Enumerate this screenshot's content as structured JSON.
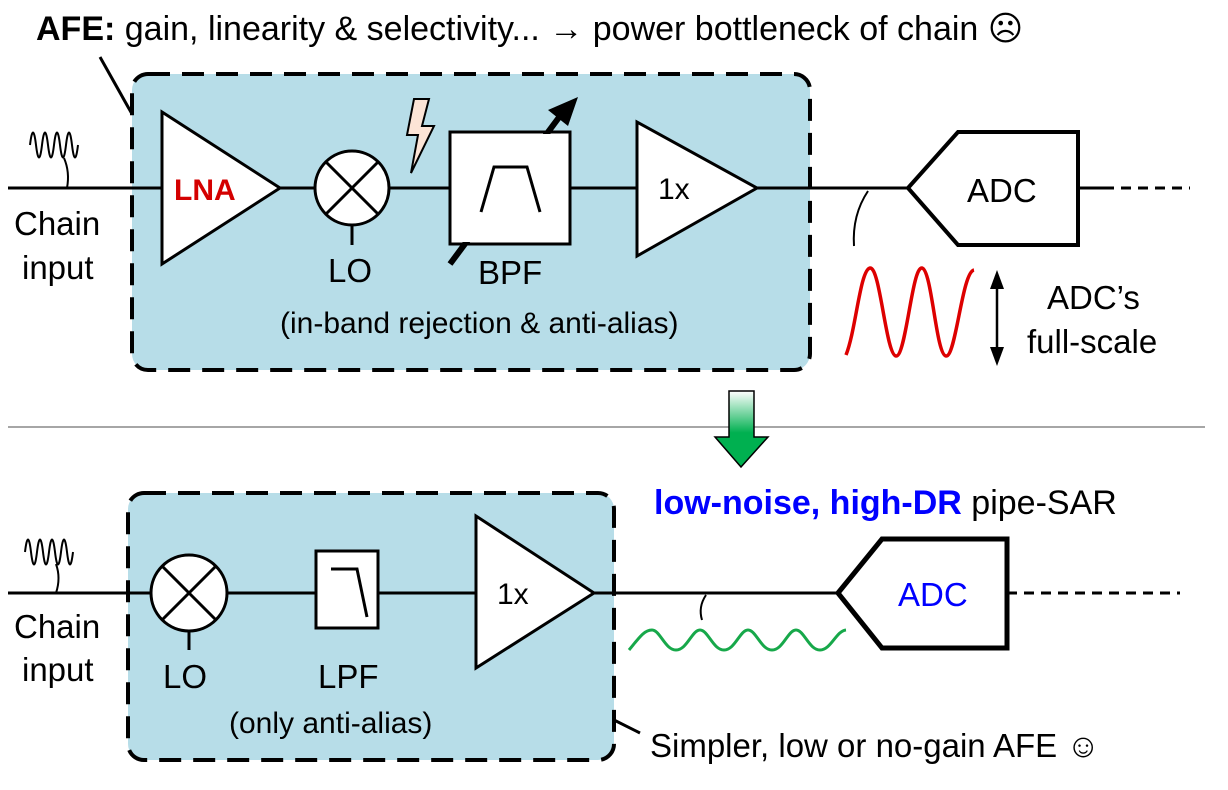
{
  "colors": {
    "afe_fill": "#b7dde8",
    "lna_text": "#d40000",
    "adc2_text": "#0000ff",
    "highlight_text": "#0000ff",
    "red_wave": "#dd0000",
    "green_wave": "#17a84a",
    "arrow_green": "#00b050",
    "lightning_fill": "#fce4d6",
    "divider": "#a6a6a6"
  },
  "top": {
    "header_bold": "AFE:",
    "header_rest": " gain, linearity & selectivity... → power bottleneck of chain ☹",
    "input_label_line1": "Chain",
    "input_label_line2": "input",
    "lna_label": "LNA",
    "lo_label": "LO",
    "bpf_label": "BPF",
    "bpf_note": "(in-band rejection & anti-alias)",
    "buffer_label": "1x",
    "adc_label": "ADC",
    "fullscale_line1": "ADC’s",
    "fullscale_line2": "full-scale"
  },
  "bottom": {
    "adc_note_highlight": "low-noise, high-DR",
    "adc_note_rest": " pipe-SAR",
    "input_label_line1": "Chain",
    "input_label_line2": "input",
    "lo_label": "LO",
    "lpf_label": "LPF",
    "lpf_note": "(only anti-alias)",
    "buffer_label": "1x",
    "adc_label": "ADC",
    "footer": "Simpler, low or no-gain AFE ☺"
  }
}
